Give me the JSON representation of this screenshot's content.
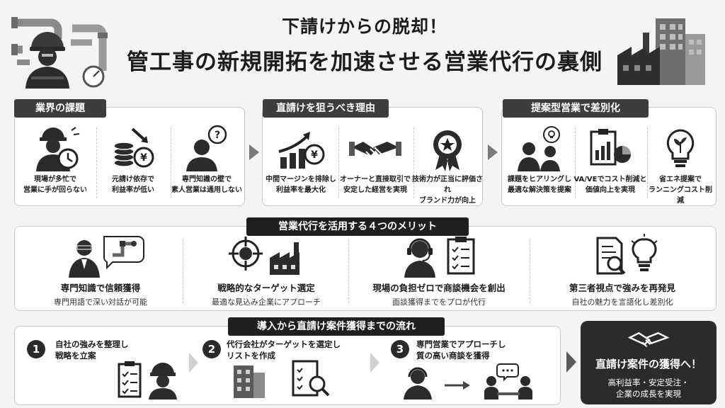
{
  "header": {
    "title_line1": "下請けからの脱却！",
    "title_line2": "管工事の新規開拓を加速させる営業代行の裏側"
  },
  "sections": {
    "issues": {
      "tag": "業界の課題",
      "items": [
        {
          "icon": "busy-worker-clock-icon",
          "label": "現場が多忙で\n営業に手が回らない"
        },
        {
          "icon": "coins-yen-down-icon",
          "label": "元請け依存で\n利益率が低い"
        },
        {
          "icon": "person-question-icon",
          "label": "専門知識の壁で\n素人営業は通用しない"
        }
      ]
    },
    "reasons": {
      "tag": "直請けを狙うべき理由",
      "items": [
        {
          "icon": "growth-chart-yen-icon",
          "label": "中間マージンを排除し\n利益率を最大化"
        },
        {
          "icon": "handshake-icon",
          "label": "オーナーと直接取引で\n安定した経営を実現"
        },
        {
          "icon": "award-badge-icon",
          "label": "技術力が正当に評価され\nブランド力が向上"
        }
      ]
    },
    "proposal": {
      "tag": "提案型営業で差別化",
      "items": [
        {
          "icon": "people-idea-icon",
          "label": "課題をヒアリングし\n最適な解決策を提案"
        },
        {
          "icon": "clipboard-chart-icon",
          "label": "VA/VEでコスト削減と\n価値向上を実現"
        },
        {
          "icon": "eco-bulb-icon",
          "label": "省エネ提案で\nランニングコスト削減"
        }
      ]
    }
  },
  "merits": {
    "tag": "営業代行を活用する４つのメリット",
    "items": [
      {
        "icon": "expert-pipe-icon",
        "title": "専門知識で信頼獲得",
        "sub": "専門用語で深い対話が可能"
      },
      {
        "icon": "target-factory-icon",
        "title": "戦略的なターゲット選定",
        "sub": "最適な見込み企業にアプローチ"
      },
      {
        "icon": "operator-checklist-icon",
        "title": "現場の負担ゼロで商談機会を創出",
        "sub": "面談獲得までをプロが代行"
      },
      {
        "icon": "document-bulb-icon",
        "title": "第三者視点で強みを再発見",
        "sub": "自社の魅力を言語化し差別化"
      }
    ]
  },
  "flow": {
    "tag": "導入から直請け案件獲得までの流れ",
    "steps": [
      {
        "num": "1",
        "text": "自社の強みを整理し\n戦略を立案",
        "icon": "checklist-worker-icon"
      },
      {
        "num": "2",
        "text": "代行会社がターゲットを選定し\nリストを作成",
        "icon": "building-search-icon"
      },
      {
        "num": "3",
        "text": "専門営業でアプローチし\n質の高い商談を獲得",
        "icon": "operator-meeting-icon"
      }
    ],
    "goal": {
      "title": "直請け案件の獲得へ！",
      "text": "高利益率・安定受注・\n企業の成長を実現",
      "icon": "handshake-icon"
    }
  }
}
